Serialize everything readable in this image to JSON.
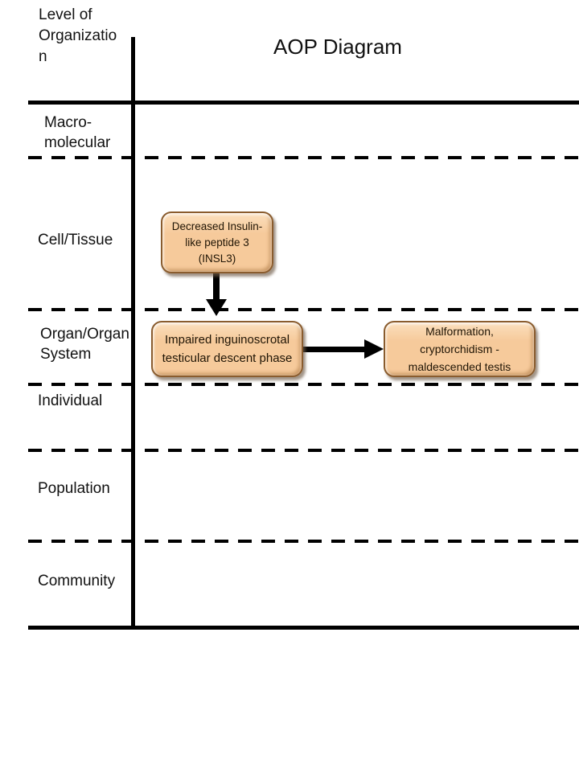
{
  "title": "AOP Diagram",
  "axis": {
    "title": "Level of\nOrganizatio\nn"
  },
  "levels": [
    {
      "label": "Macro-\nmolecular"
    },
    {
      "label": "Cell/Tissue"
    },
    {
      "label": "Organ/Organ\nSystem"
    },
    {
      "label": "Individual"
    },
    {
      "label": "Population"
    },
    {
      "label": "Community"
    }
  ],
  "nodes": [
    {
      "label": "Decreased Insulin-\nlike peptide 3\n(INSL3)",
      "level": "Cell/Tissue"
    },
    {
      "label": "Impaired inguinoscrotal\ntesticular descent phase",
      "level": "Organ/Organ System"
    },
    {
      "label": "Malformation,\ncryptorchidism -\nmaldescended testis",
      "level": "Organ/Organ System"
    }
  ],
  "edges": [
    {
      "from": 0,
      "to": 1,
      "direction": "down"
    },
    {
      "from": 1,
      "to": 2,
      "direction": "right"
    }
  ],
  "colors": {
    "background": "#ffffff",
    "line": "#000000",
    "text": "#111111",
    "node_fill": "#f6ca9b",
    "node_fill_light": "#fbdfbd",
    "node_border": "#8a5c2e",
    "node_text": "#201505"
  }
}
